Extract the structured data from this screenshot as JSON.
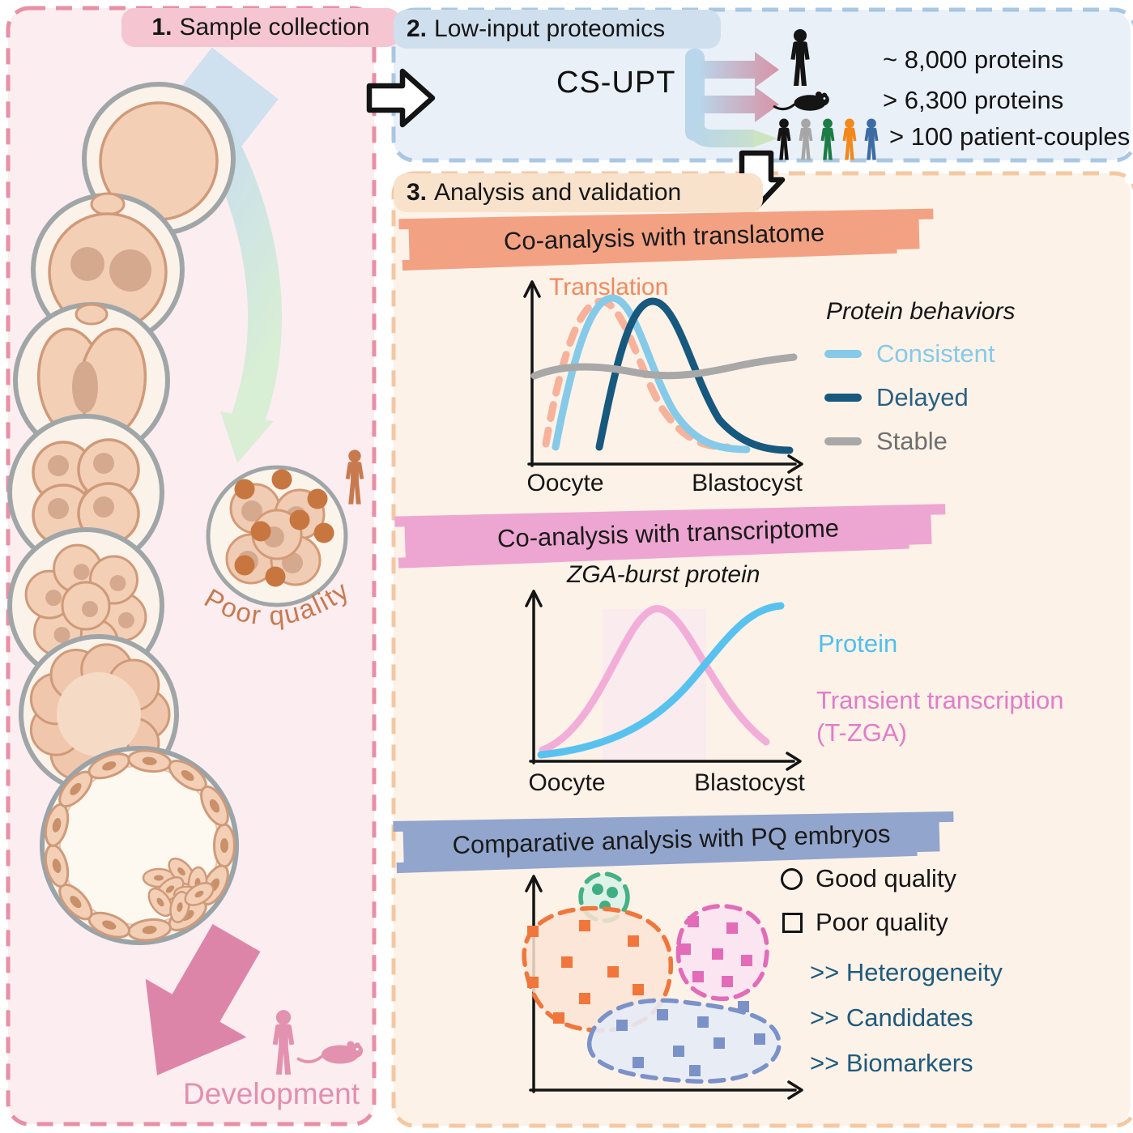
{
  "panel1": {
    "step_number": "1.",
    "title": "Sample collection",
    "poor_quality_label": "Poor quality",
    "development_label": "Development",
    "stages": [
      "oocyte",
      "zygote",
      "2-cell",
      "4-cell",
      "8-cell",
      "morula",
      "blastocyst"
    ]
  },
  "panel2": {
    "step_number": "2.",
    "title": "Low-input proteomics",
    "method_label": "CS-UPT",
    "outputs": [
      {
        "icon": "human-icon",
        "label": "~ 8,000 proteins"
      },
      {
        "icon": "mouse-icon",
        "label": "> 6,300 proteins"
      },
      {
        "icon": "patient-group-icon",
        "label": "> 100 patient-couples"
      }
    ]
  },
  "panel3": {
    "step_number": "3.",
    "title": "Analysis and validation",
    "translatome": {
      "section_title": "Co-analysis with translatome",
      "y_label": "Translation",
      "x_start": "Oocyte",
      "x_end": "Blastocyst",
      "legend_title": "Protein behaviors",
      "legend": [
        {
          "label": "Consistent",
          "color": "#85cae9"
        },
        {
          "label": "Delayed",
          "color": "#17597e"
        },
        {
          "label": "Stable",
          "color": "#a8a8a8"
        }
      ]
    },
    "transcriptome": {
      "section_title": "Co-analysis with transcriptome",
      "chart_title": "ZGA-burst protein",
      "x_start": "Oocyte",
      "x_end": "Blastocyst",
      "protein_label": "Protein",
      "transcription_label": "Transient transcription",
      "transcription_label2": "(T-ZGA)"
    },
    "comparative": {
      "section_title": "Comparative analysis with PQ embryos",
      "legend": [
        {
          "symbol": "circle",
          "label": "Good quality"
        },
        {
          "symbol": "square",
          "label": "Poor quality"
        }
      ],
      "results": [
        {
          "label": ">> Heterogeneity"
        },
        {
          "label": ">> Candidates"
        },
        {
          "label": ">> Biomarkers"
        }
      ]
    }
  },
  "icons": [
    "human-icon",
    "mouse-icon",
    "patient-group-icon",
    "pipette-icon",
    "block-arrow-right-icon",
    "block-arrow-down-icon",
    "development-arrow-icon",
    "good-quality-circle-icon",
    "poor-quality-square-icon"
  ],
  "colors": {
    "panel1_bg": "#fcedf1",
    "panel1_border": "#e88fa6",
    "panel1_header": "#f5c6d2",
    "panel2_bg": "#e9f0f8",
    "panel2_border": "#a9c7e2",
    "panel2_header": "#cfdfee",
    "panel3_bg": "#fdf2e8",
    "panel3_border": "#f3c8a2",
    "panel3_header": "#f8e2cb",
    "translatome_bar": "#f2a283",
    "transcriptome_bar": "#eda6d2",
    "comparative_bar": "#91a5cd",
    "consistent": "#85cae9",
    "delayed": "#17597e",
    "stable": "#a8a8a8",
    "translation_curve": "#f6b29b",
    "protein_curve": "#58c2ef",
    "tzga_curve": "#f2aed9",
    "good_cluster": "#3fae82",
    "poor_cluster_orange": "#f0763c",
    "poor_cluster_pink": "#e26cb8",
    "poor_cluster_blue": "#7b92c9",
    "result_text": "#1e5b7d",
    "development_pink": "#dd85a8",
    "poor_quality_text": "#c87a4f"
  },
  "chart_data": [
    {
      "type": "line",
      "title": "Co-analysis with translatome",
      "ylabel": "Translation",
      "x_axis": [
        "Oocyte",
        "Blastocyst"
      ],
      "legend_position": "right",
      "series": [
        {
          "name": "Translation",
          "style": "dashed",
          "shape": "early bell peak"
        },
        {
          "name": "Consistent",
          "shape": "bell peak matching translation"
        },
        {
          "name": "Delayed",
          "shape": "bell peak shifted later"
        },
        {
          "name": "Stable",
          "shape": "flat wavy line"
        }
      ]
    },
    {
      "type": "line",
      "title": "ZGA-burst protein",
      "x_axis": [
        "Oocyte",
        "Blastocyst"
      ],
      "series": [
        {
          "name": "Transient transcription (T-ZGA)",
          "shape": "transient mid-stage peak inside shaded ZGA window"
        },
        {
          "name": "Protein",
          "shape": "sigmoidal rise to plateau"
        }
      ]
    },
    {
      "type": "scatter",
      "title": "Comparative analysis with PQ embryos",
      "legend": [
        "Good quality",
        "Poor quality"
      ],
      "clusters": [
        {
          "name": "good quality",
          "marker": "circle",
          "points": 3
        },
        {
          "name": "poor quality A",
          "marker": "square",
          "points": 9
        },
        {
          "name": "poor quality B",
          "marker": "square",
          "points": 7
        },
        {
          "name": "poor quality C",
          "marker": "square",
          "points": 9
        }
      ]
    }
  ]
}
